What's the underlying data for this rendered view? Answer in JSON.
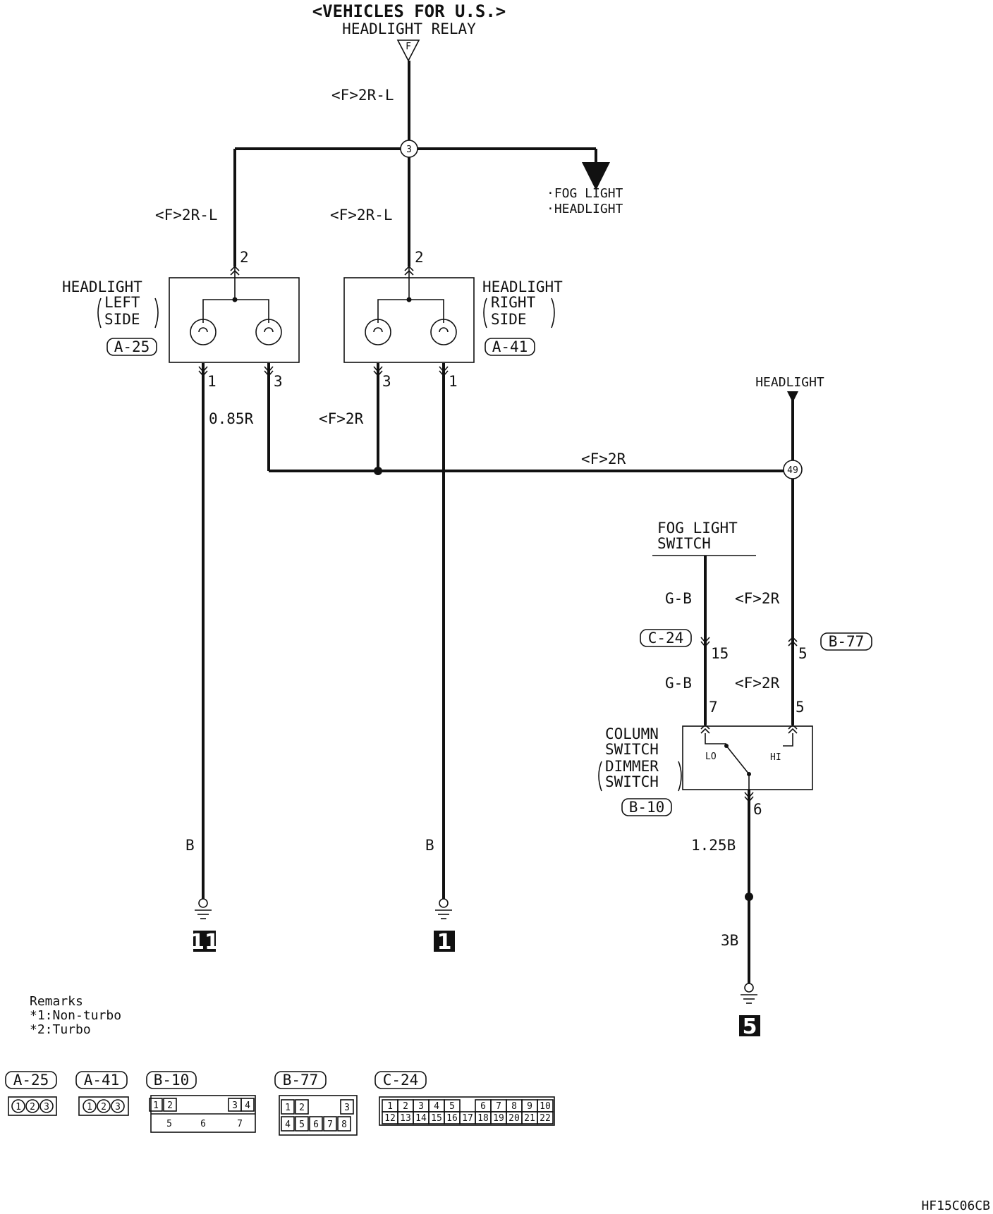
{
  "header": {
    "title": "<VEHICLES FOR U.S.>",
    "subtitle": "HEADLIGHT RELAY",
    "source_mark": "F"
  },
  "wires": {
    "top_feed": "<F>2R-L",
    "left_feed": "<F>2R-L",
    "right_feed": "<F>2R-L",
    "left_ground": "0.85R",
    "right_lo": "<F>2R",
    "bus": "<F>2R",
    "left_b": "B",
    "right_b": "B",
    "fog_upper": "G-B",
    "dimmer_upper": "<F>2R",
    "fog_lower": "G-B",
    "dimmer_lower": "<F>2R",
    "switch_out": "1.25B",
    "ground_wire": "3B"
  },
  "splices": {
    "s1": "3",
    "s2": "49"
  },
  "outgoing": {
    "item1": "·FOG LIGHT",
    "item2": "·HEADLIGHT"
  },
  "incoming": {
    "label": "HEADLIGHT"
  },
  "components": {
    "left_headlight": {
      "name": "HEADLIGHT",
      "side_top": "LEFT",
      "side_bottom": "SIDE",
      "code": "A-25",
      "pin_in": "2",
      "pin_a": "1",
      "pin_b": "3"
    },
    "right_headlight": {
      "name": "HEADLIGHT",
      "side_top": "RIGHT",
      "side_bottom": "SIDE",
      "code": "A-41",
      "pin_in": "2",
      "pin_a": "3",
      "pin_b": "1"
    },
    "fog_switch": {
      "line1": "FOG LIGHT",
      "line2": "SWITCH"
    },
    "column_switch": {
      "line1": "COLUMN",
      "line2": "SWITCH",
      "line3": "DIMMER",
      "line4": "SWITCH",
      "code": "B-10",
      "lo": "LO",
      "hi": "HI",
      "pin_in_left": "7",
      "pin_in_right": "5",
      "pin_out": "6"
    },
    "conn_c24": {
      "code": "C-24",
      "pin": "15"
    },
    "conn_b77": {
      "code": "B-77",
      "pin": "5"
    }
  },
  "grounds": {
    "g1": "11",
    "g2": "1",
    "g3": "5"
  },
  "remarks": {
    "title": "Remarks",
    "line1": "*1:Non-turbo",
    "line2": "*2:Turbo"
  },
  "connectors": {
    "a25": {
      "code": "A-25",
      "pins": [
        "1",
        "2",
        "3"
      ]
    },
    "a41": {
      "code": "A-41",
      "pins": [
        "1",
        "2",
        "3"
      ]
    },
    "b10": {
      "code": "B-10",
      "pins": [
        "1",
        "2",
        "3",
        "4",
        "5",
        "6",
        "7"
      ]
    },
    "b77": {
      "code": "B-77",
      "pins": [
        "1",
        "2",
        "3",
        "4",
        "5",
        "6",
        "7",
        "8"
      ]
    },
    "c24": {
      "code": "C-24",
      "pins": [
        "1",
        "2",
        "3",
        "4",
        "5",
        "6",
        "7",
        "8",
        "9",
        "10",
        "11",
        "12",
        "13",
        "14",
        "15",
        "16",
        "17",
        "18",
        "19",
        "20",
        "21",
        "22"
      ]
    }
  },
  "footer": {
    "code": "HF15C06CB"
  }
}
